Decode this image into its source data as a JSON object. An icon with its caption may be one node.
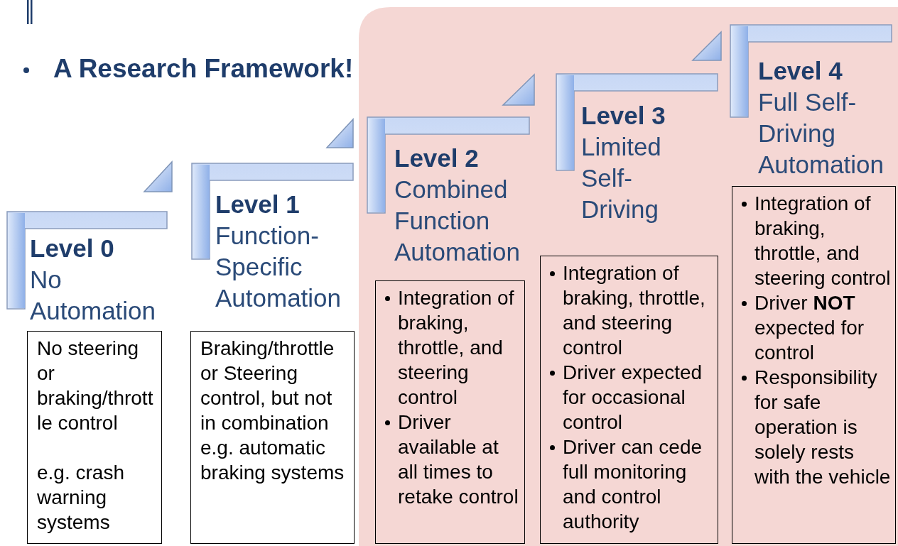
{
  "diagram": {
    "title": "A Research Framework!",
    "nodes": [
      {
        "text": [
          "Level 0",
          "No Automation"
        ]
      },
      {
        "text": [
          "Level 1",
          "Function-Specific Automation"
        ]
      },
      {
        "text": [
          "Level 2",
          "Combined Function Automation"
        ]
      },
      {
        "text": [
          "Level 3",
          "Limited Self-Driving"
        ]
      },
      {
        "text": [
          "Level 4",
          "Full Self-Driving Automation"
        ]
      },
      {
        "text": [
          "No steering or braking/throttle control",
          "e.g. crash warning systems"
        ]
      },
      {
        "text": [
          "Braking/throttle or Steering control, but not in combination e.g. automatic braking systems"
        ]
      },
      {
        "text": [
          "Integration of braking, throttle, and steering control",
          "Driver available at all times to retake control"
        ]
      },
      {
        "text": [
          "Integration of braking, throttle, and steering control",
          "Driver expected for occasional control",
          "Driver can cede full monitoring and control authority"
        ]
      },
      {
        "text": [
          "Integration of braking, throttle, and steering control",
          "Driver **NOT** expected for control",
          "Responsibility for safe operation is solely rests with the vehicle"
        ]
      }
    ]
  }
}
